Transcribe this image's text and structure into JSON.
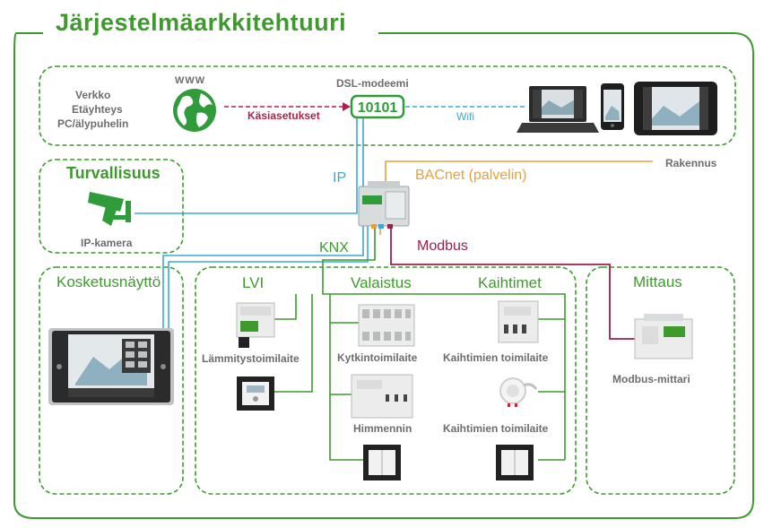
{
  "title": "Järjestelmäarkkitehtuuri",
  "top_panel": {
    "left_text": [
      "Verkko",
      "Etäyhteys",
      "PC/älypuhelin"
    ],
    "www_label": "WWW",
    "modem_label": "DSL-modeemi",
    "settings_label": "Käsiasetukset",
    "wifi_label": "Wifi"
  },
  "security": {
    "heading": "Turvallisuus",
    "camera_label": "IP-kamera"
  },
  "links": {
    "ip": "IP",
    "bacnet": "BACnet (palvelin)",
    "building": "Rakennus",
    "knx": "KNX",
    "modbus": "Modbus"
  },
  "touchscreen": {
    "heading": "Kosketusnäyttö"
  },
  "lvi": {
    "heading": "LVI",
    "device_label": "Lämmitystoimilaite"
  },
  "lighting": {
    "heading": "Valaistus",
    "switch_label": "Kytkintoimilaite",
    "dimmer_label": "Himmennin"
  },
  "blinds": {
    "heading": "Kaihtimet",
    "actuator_label_1": "Kaihtimien toimilaite",
    "actuator_label_2": "Kaihtimien toimilaite"
  },
  "metering": {
    "heading": "Mittaus",
    "meter_label": "Modbus-mittari"
  },
  "colors": {
    "green": "#3f9a2e",
    "ip_blue": "#3aa8d6",
    "bacnet_orange": "#e8a03c",
    "modbus_red": "#9b2146",
    "settings_red": "#b0224a",
    "grey_text": "#6d6d6d"
  }
}
